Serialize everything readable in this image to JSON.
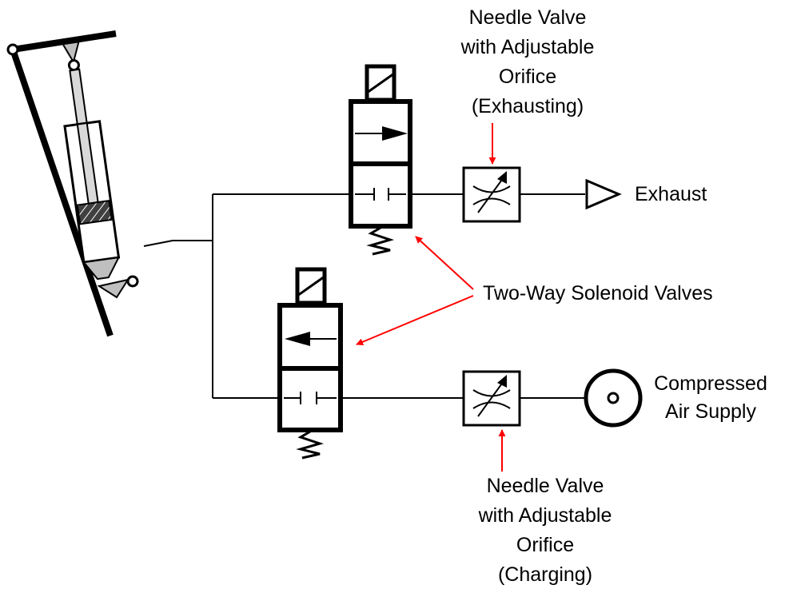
{
  "labels": {
    "needle_exhaust": [
      "Needle Valve",
      "with Adjustable",
      "Orifice",
      "(Exhausting)"
    ],
    "exhaust": "Exhaust",
    "solenoid_valves": "Two-Way Solenoid Valves",
    "compressed_air": [
      "Compressed",
      "Air Supply"
    ],
    "needle_charging": [
      "Needle Valve",
      "with Adjustable",
      "Orifice",
      "(Charging)"
    ]
  },
  "colors": {
    "line": "#000000",
    "callout_arrow": "#ff0000",
    "cylinder_body": "#ffffff",
    "piston_rod": "#d9d9d9",
    "pivot_bracket": "#bfbfbf",
    "piston_hatch": "#404040"
  }
}
